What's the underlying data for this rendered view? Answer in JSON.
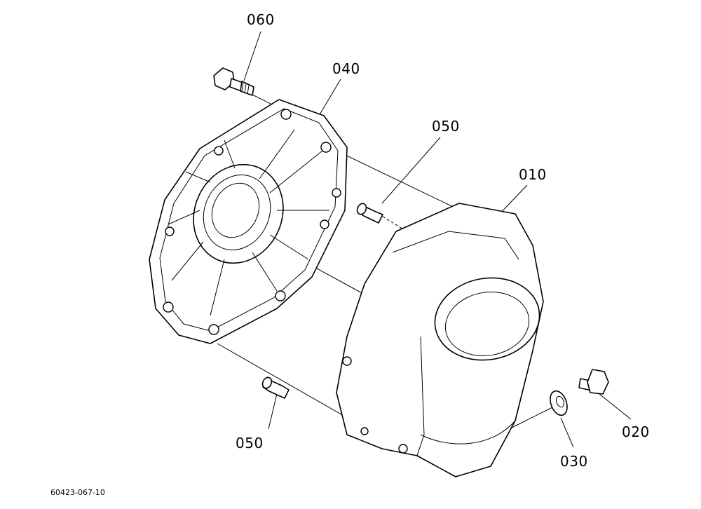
{
  "parts": {
    "p010": {
      "label": "010"
    },
    "p020": {
      "label": "020"
    },
    "p030": {
      "label": "030"
    },
    "p040": {
      "label": "040"
    },
    "p050_top": {
      "label": "050"
    },
    "p050_bottom": {
      "label": "050"
    },
    "p060": {
      "label": "060"
    }
  },
  "drawing_ref": "60423-067-10",
  "colors": {
    "line": "#000000",
    "background": "#ffffff"
  }
}
